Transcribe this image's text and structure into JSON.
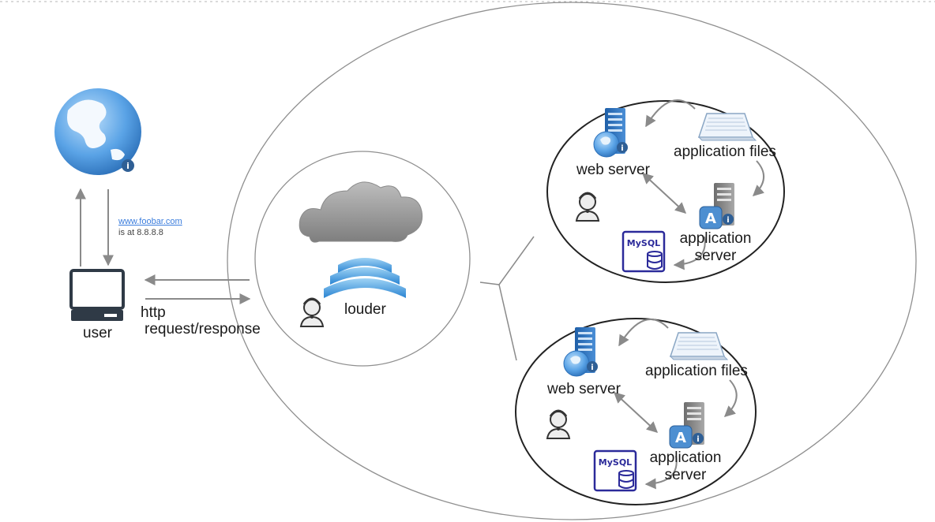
{
  "dns": {
    "domain": "www.foobar.com",
    "resolution": "is at 8.8.8.8"
  },
  "user": {
    "label": "user"
  },
  "http": {
    "line1": "http",
    "line2": "request/response"
  },
  "load_balancer": {
    "label": "louder"
  },
  "servers": [
    {
      "web_server": "web server",
      "app_files": "application files",
      "app_server_line1": "application",
      "app_server_line2": "server",
      "database": "MySQL"
    },
    {
      "web_server": "web server",
      "app_files": "application files",
      "app_server_line1": "application",
      "app_server_line2": "server",
      "database": "MySQL"
    }
  ],
  "colors": {
    "line": "#777777",
    "server_blue": "#2f6fb5",
    "mysql": "#2b2a9a"
  }
}
